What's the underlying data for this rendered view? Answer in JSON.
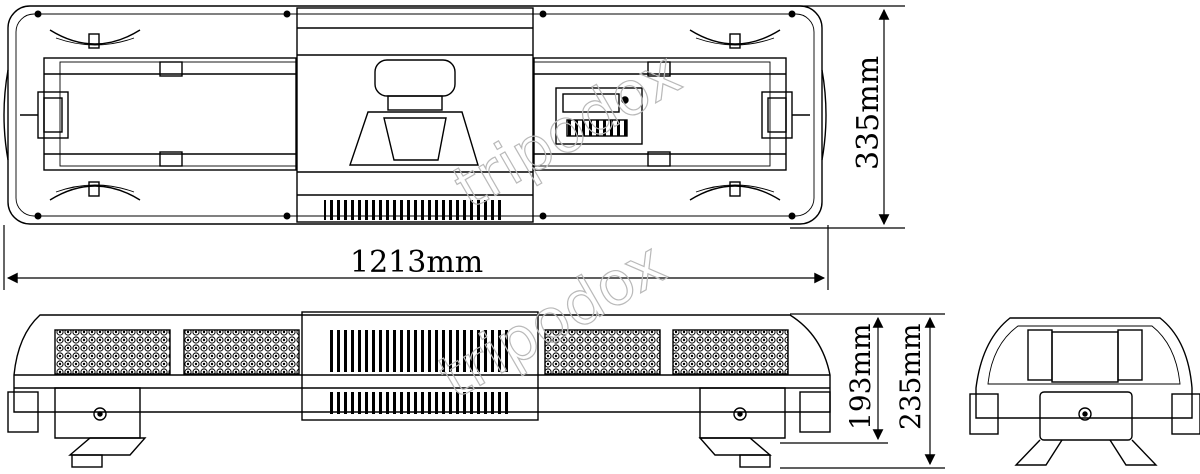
{
  "diagram": {
    "dimensions": {
      "length": "1213mm",
      "width": "335mm",
      "height_body": "193mm",
      "height_total": "235mm"
    },
    "watermark": "tripodox"
  },
  "colors": {
    "line": "#000000",
    "background": "#ffffff",
    "watermark": "#b9b9b9"
  }
}
